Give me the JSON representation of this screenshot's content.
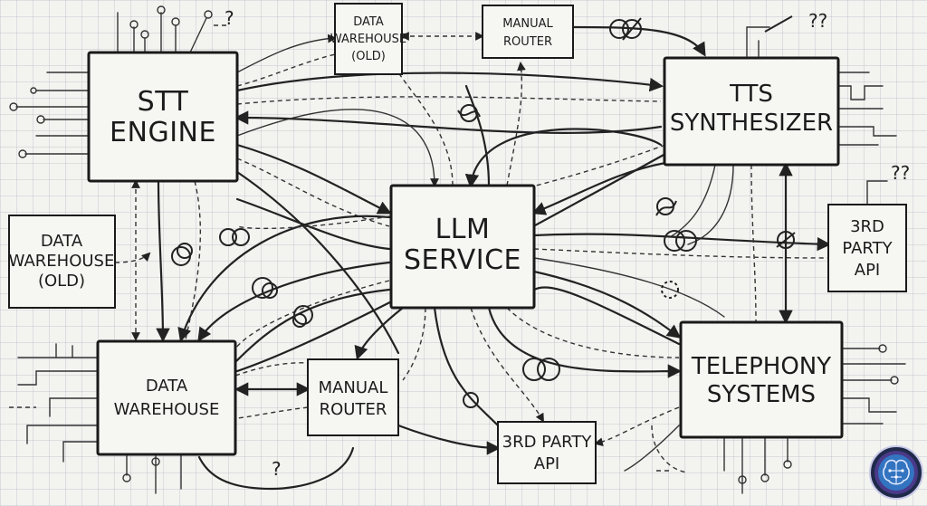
{
  "diagram": {
    "nodes": {
      "stt": {
        "lines": [
          "STT",
          "ENGINE"
        ]
      },
      "dw_old_top": {
        "lines": [
          "DATA",
          "WAREHOUSE",
          "(OLD)"
        ]
      },
      "router_top": {
        "lines": [
          "MANUAL",
          "ROUTER"
        ]
      },
      "tts": {
        "lines": [
          "TTS",
          "SYNTHESIZER"
        ]
      },
      "dw_old_left": {
        "lines": [
          "DATA",
          "WAREHOUSE",
          "(OLD)"
        ]
      },
      "llm": {
        "lines": [
          "LLM",
          "SERVICE"
        ]
      },
      "api_right": {
        "lines": [
          "3RD",
          "PARTY",
          "API"
        ]
      },
      "dw": {
        "lines": [
          "DATA",
          "WAREHOUSE"
        ]
      },
      "router_bottom": {
        "lines": [
          "MANUAL",
          "ROUTER"
        ]
      },
      "api_bottom": {
        "lines": [
          "3RD PARTY",
          "API"
        ]
      },
      "telephony": {
        "lines": [
          "TELEPHONY",
          "SYSTEMS"
        ]
      }
    },
    "question_marks": [
      "?",
      "??",
      "??",
      "?"
    ],
    "logo": "brain-logo"
  }
}
